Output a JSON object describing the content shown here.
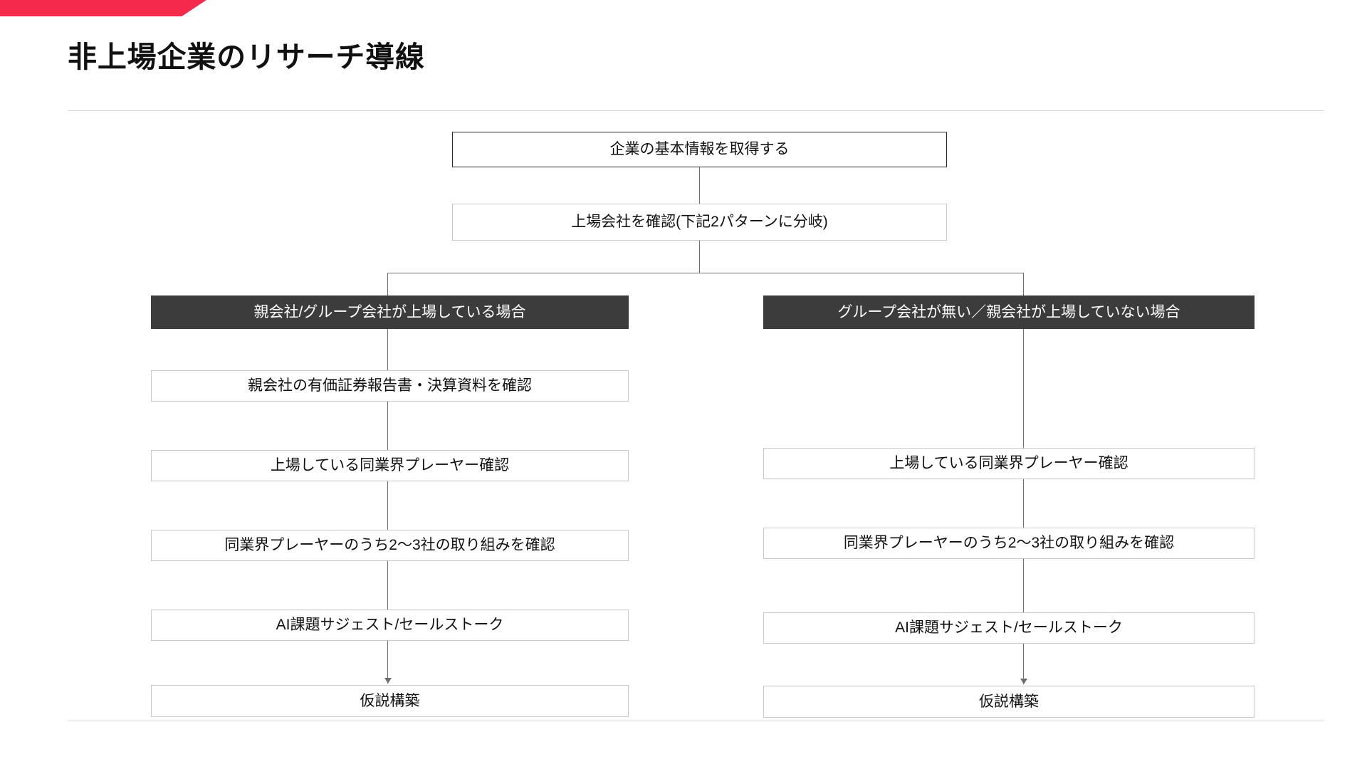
{
  "slide": {
    "title": "非上場企業のリサーチ導線",
    "accent_color": "#F5294B",
    "header_fill": "#3C3C3C",
    "box_border_light": "#C9C9C9",
    "box_border_strong": "#2B2B2B",
    "connector_color": "#6E6E6E",
    "background": "#FFFFFF"
  },
  "flow": {
    "start": {
      "label": "企業の基本情報を取得する"
    },
    "decision": {
      "label": "上場会社を確認(下記2パターンに分岐)"
    },
    "branches": [
      {
        "header": "親会社/グループ会社が上場している場合",
        "steps": [
          "親会社の有価証券報告書・決算資料を確認",
          "上場している同業界プレーヤー確認",
          "同業界プレーヤーのうち2～3社の取り組みを確認",
          "AI課題サジェスト/セールストーク",
          "仮説構築"
        ]
      },
      {
        "header": "グループ会社が無い／親会社が上場していない場合",
        "steps": [
          "上場している同業界プレーヤー確認",
          "同業界プレーヤーのうち2～3社の取り組みを確認",
          "AI課題サジェスト/セールストーク",
          "仮説構築"
        ]
      }
    ]
  }
}
